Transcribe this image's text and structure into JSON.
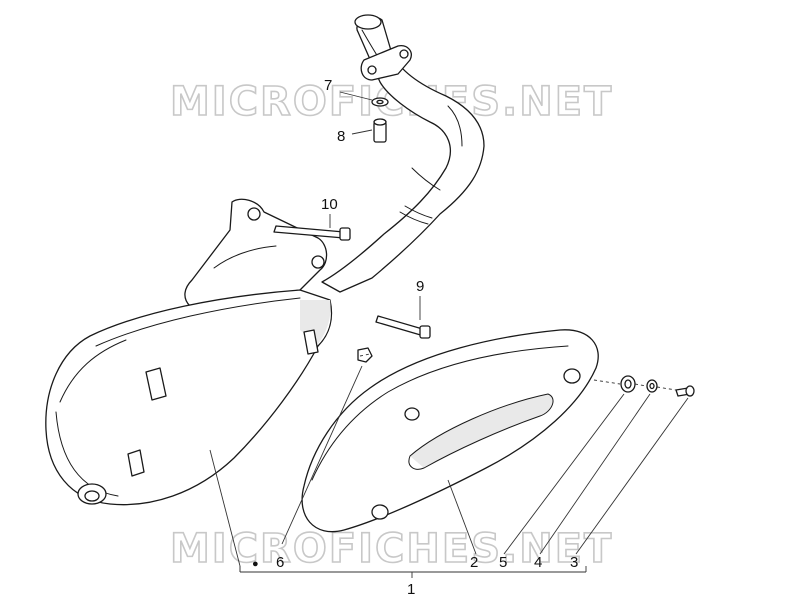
{
  "watermark": "MICROFICHES.NET",
  "callouts": {
    "p1": "1",
    "p2": "2",
    "p3": "3",
    "p4": "4",
    "p5": "5",
    "p6": "6",
    "p7": "7",
    "p8": "8",
    "p9": "9",
    "p10": "10"
  },
  "marker_symbol": "●"
}
